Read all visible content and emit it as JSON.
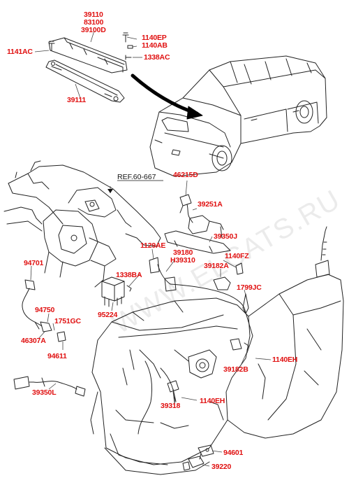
{
  "colors": {
    "label": "#e01010",
    "line": "#222222",
    "leader": "#444444"
  },
  "reference": "REF.60-667",
  "watermark": "WWW.ELCATS.RU",
  "labels": {
    "p39110": "39110",
    "p83100": "83100",
    "p39100D": "39100D",
    "p1141AC": "1141AC",
    "p1140EP": "1140EP",
    "p1140AB": "1140AB",
    "p1338AC": "1338AC",
    "p39111": "39111",
    "p46215D": "46215D",
    "p39251A": "39251A",
    "p39350J": "39350J",
    "p1129AE": "1129AE",
    "p39180": "39180",
    "pH39310": "H39310",
    "p1140FZ": "1140FZ",
    "p39182A": "39182A",
    "p94701": "94701",
    "p1338BA": "1338BA",
    "p1799JC": "1799JC",
    "p95224": "95224",
    "p94750": "94750",
    "p1751GC": "1751GC",
    "p46307A": "46307A",
    "p94611": "94611",
    "p1140EH_right": "1140EH",
    "p39182B": "39182B",
    "p39350L": "39350L",
    "p39318": "39318",
    "p1140EH_low": "1140EH",
    "p94601": "94601",
    "p39220": "39220"
  }
}
